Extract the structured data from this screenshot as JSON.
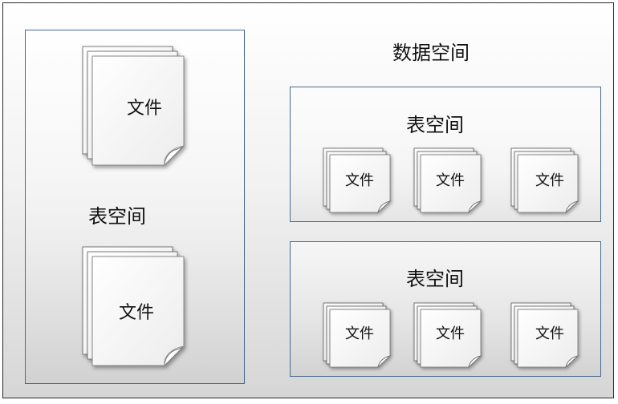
{
  "diagram": {
    "title": "数据空间",
    "left_tablespace": {
      "label": "表空间",
      "files": [
        "文件",
        "文件"
      ]
    },
    "right_tablespaces": [
      {
        "label": "表空间",
        "files": [
          "文件",
          "文件",
          "文件"
        ]
      },
      {
        "label": "表空间",
        "files": [
          "文件",
          "文件",
          "文件"
        ]
      }
    ]
  }
}
